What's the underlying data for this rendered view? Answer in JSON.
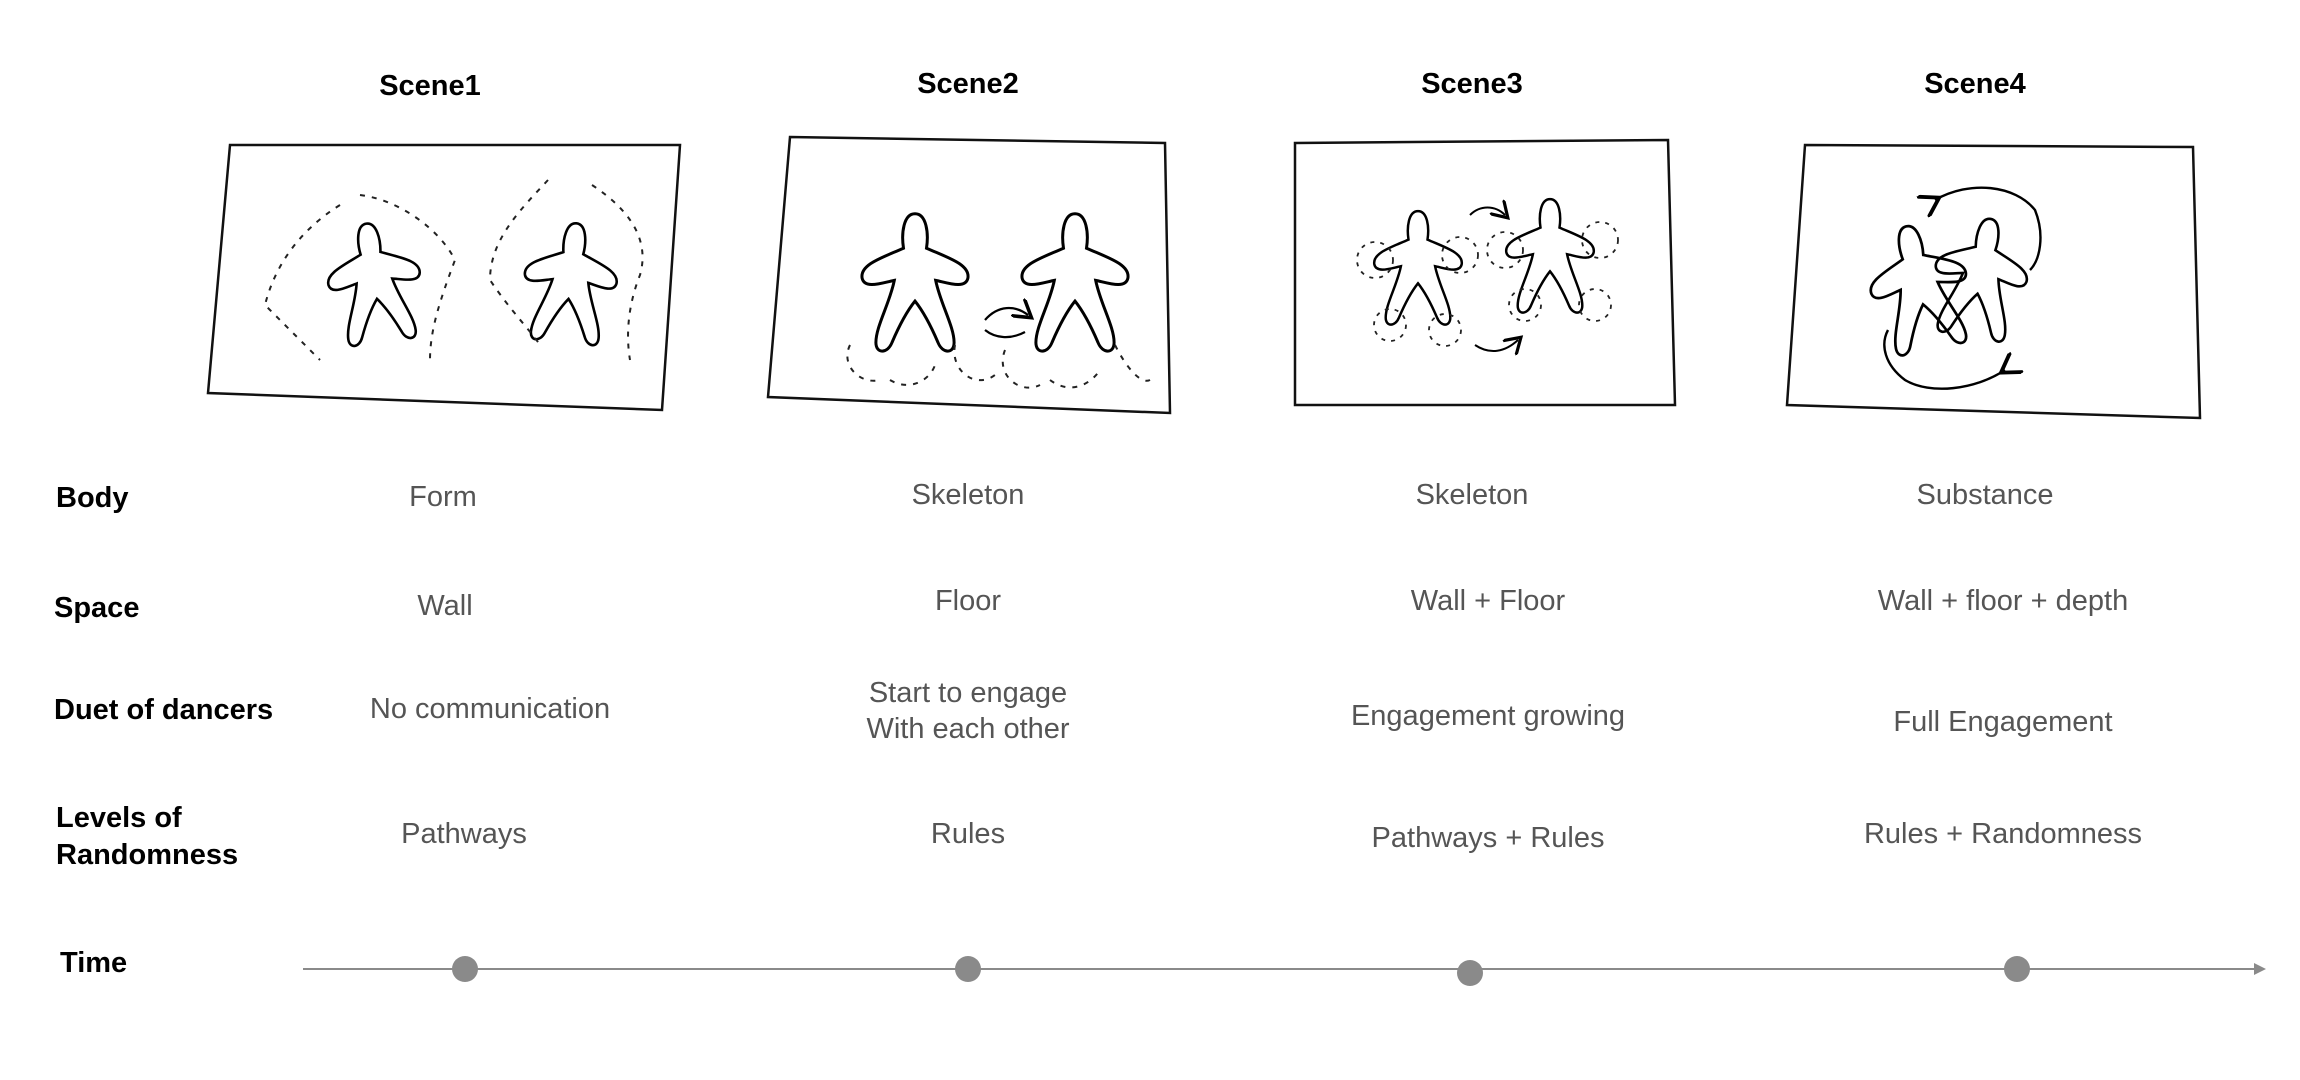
{
  "scenes": [
    {
      "title": "Scene1",
      "body": "Form",
      "space": "Wall",
      "duet": "No communication",
      "randomness": "Pathways"
    },
    {
      "title": "Scene2",
      "body": "Skeleton",
      "space": "Floor",
      "duet": "Start to engage\nWith each other",
      "randomness": "Rules"
    },
    {
      "title": "Scene3",
      "body": "Skeleton",
      "space": "Wall + Floor",
      "duet": "Engagement growing",
      "randomness": "Pathways + Rules"
    },
    {
      "title": "Scene4",
      "body": "Substance",
      "space": "Wall + floor + depth",
      "duet": "Full Engagement",
      "randomness": "Rules + Randomness"
    }
  ],
  "row_labels": {
    "body": "Body",
    "space": "Space",
    "duet": "Duet of dancers",
    "randomness": "Levels of\nRandomness",
    "time": "Time"
  },
  "colors": {
    "text_muted": "#555555",
    "timeline": "#8a8a8a"
  }
}
